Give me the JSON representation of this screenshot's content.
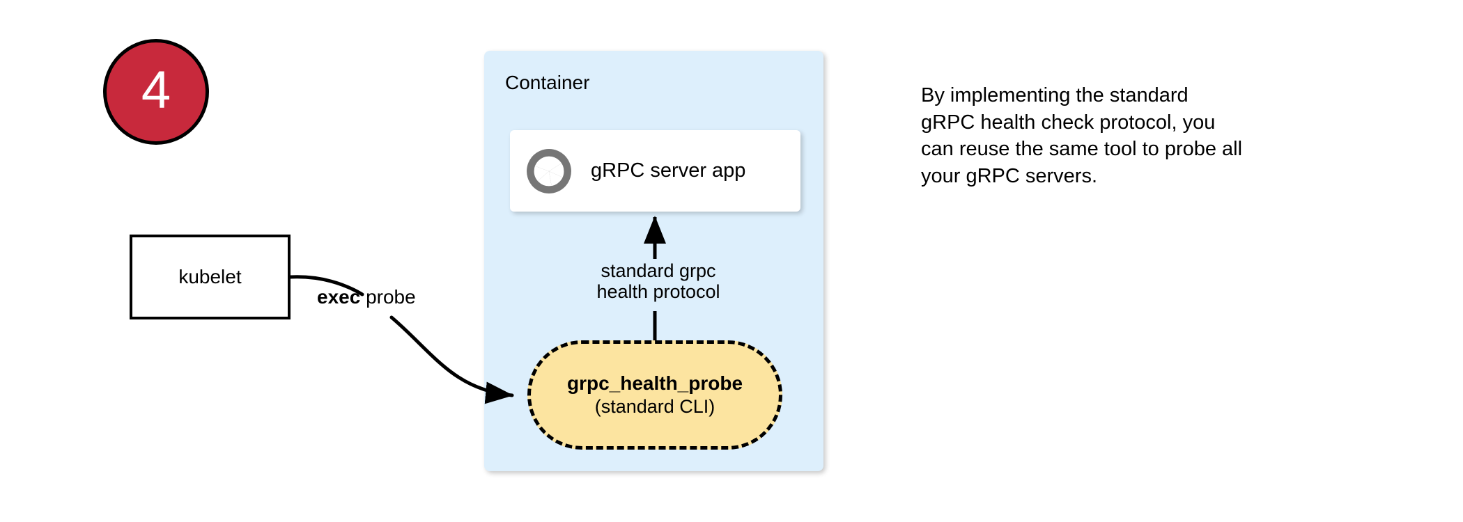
{
  "step": {
    "number": "4",
    "circle_fill": "#c8293c",
    "circle_stroke": "#000000",
    "number_color": "#ffffff"
  },
  "kubelet": {
    "label": "kubelet",
    "fill": "#ffffff",
    "stroke": "#000000"
  },
  "container": {
    "title": "Container",
    "fill": "#ddeffc"
  },
  "server_card": {
    "label": "gRPC server app",
    "icon": "grpc-aperture-icon",
    "icon_color": "#767676",
    "fill": "#ffffff"
  },
  "probe_pill": {
    "title": "grpc_health_probe",
    "subtitle": "(standard CLI)",
    "fill": "#fce4a0",
    "stroke": "#000000",
    "stroke_style": "dashed"
  },
  "edges": {
    "exec_probe": {
      "label_bold": "exec",
      "label_rest": " probe",
      "from": "kubelet",
      "to": "grpc_health_probe"
    },
    "health_protocol": {
      "line1": "standard grpc",
      "line2": "health protocol",
      "from": "grpc_health_probe",
      "to": "gRPC server app"
    }
  },
  "narrative": {
    "line1": "By implementing the standard",
    "line2": "gRPC health check protocol, you",
    "line3": "can reuse the same tool to probe all",
    "line4": "your gRPC servers."
  }
}
